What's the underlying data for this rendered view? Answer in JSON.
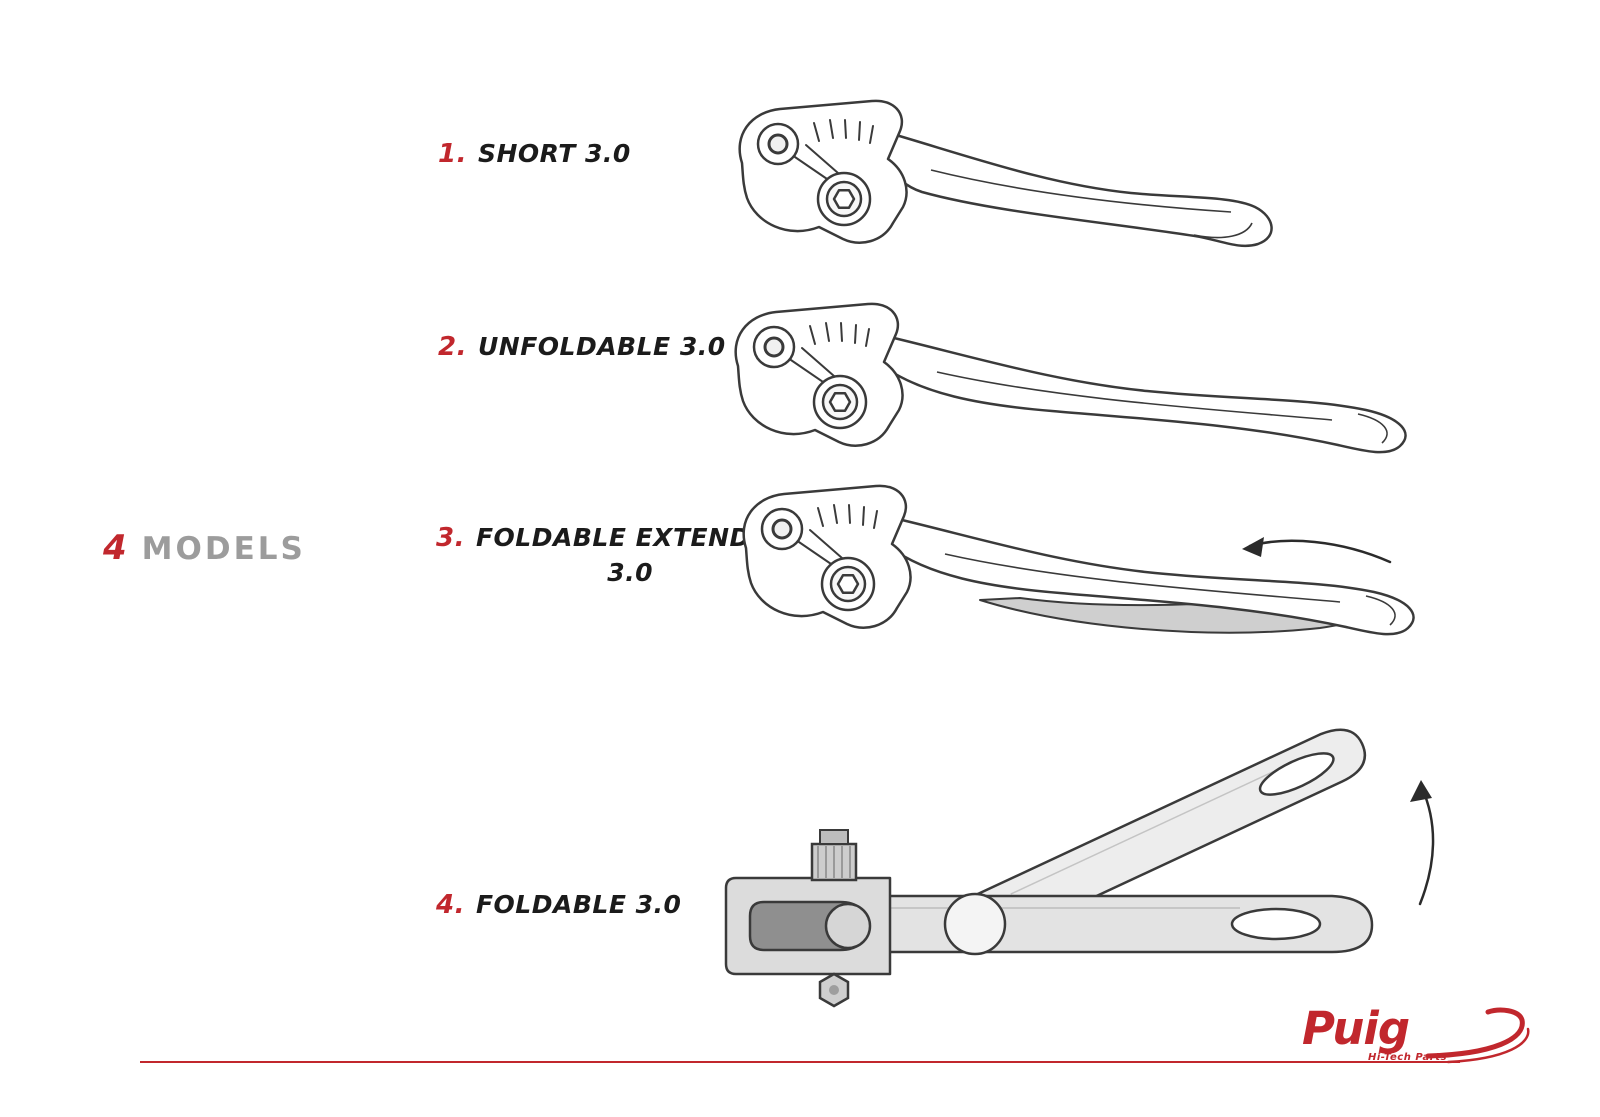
{
  "page": {
    "models_count": "4",
    "models_label": "MODELS"
  },
  "items": [
    {
      "number": "1.",
      "label": "SHORT 3.0"
    },
    {
      "number": "2.",
      "label": "UNFOLDABLE 3.0"
    },
    {
      "number": "3.",
      "label": "FOLDABLE EXTENDABLE",
      "label2": "3.0"
    },
    {
      "number": "4.",
      "label": "FOLDABLE 3.0"
    }
  ],
  "illustrations": [
    {
      "name": "short-3.0-lever-drawing"
    },
    {
      "name": "unfoldable-3.0-lever-drawing"
    },
    {
      "name": "foldable-extendable-3.0-lever-drawing"
    },
    {
      "name": "foldable-3.0-lever-folded-drawing"
    }
  ],
  "logo": {
    "brand": "Puig",
    "tagline": "Hi-Tech Parts"
  },
  "colors": {
    "accent": "#c1272d",
    "gray_text": "#9c9c9c",
    "line_art": "#3a3a3a"
  }
}
